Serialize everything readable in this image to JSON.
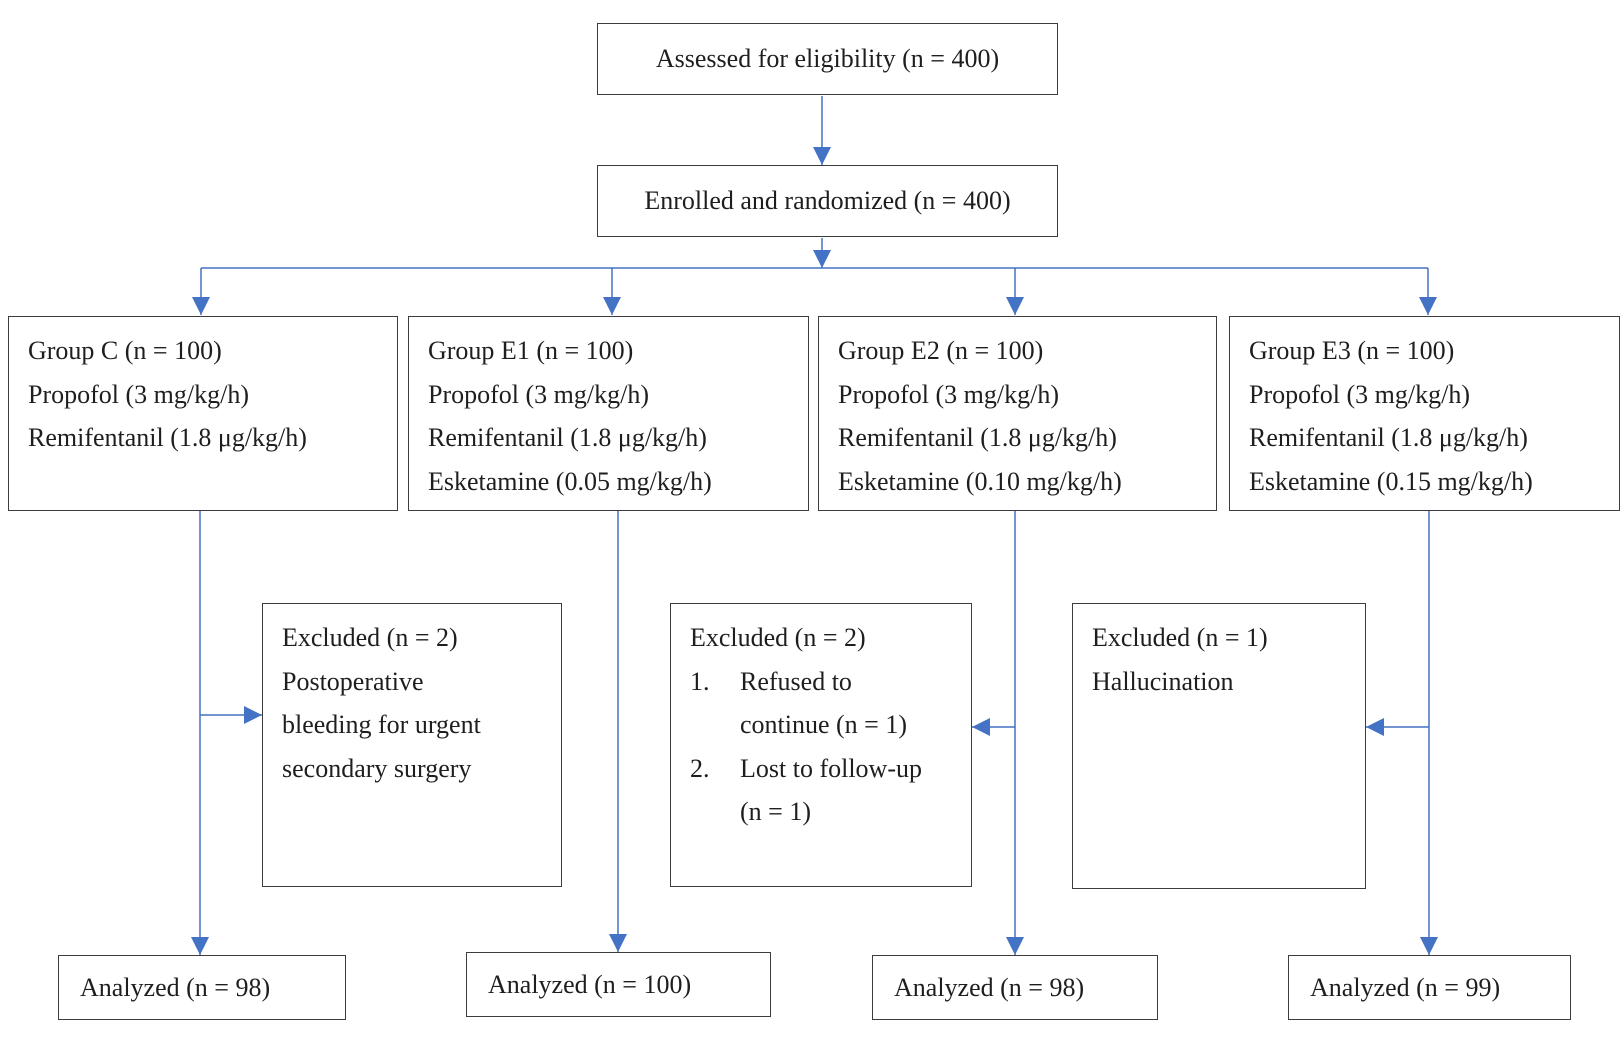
{
  "assessed": "Assessed for eligibility (n = 400)",
  "enrolled": "Enrolled and randomized (n = 400)",
  "groups": [
    {
      "lines": [
        "Group C (n = 100)",
        "Propofol (3 mg/kg/h)",
        "Remifentanil (1.8 μg/kg/h)"
      ]
    },
    {
      "lines": [
        "Group E1 (n = 100)",
        "Propofol (3 mg/kg/h)",
        "Remifentanil (1.8 μg/kg/h)",
        "Esketamine (0.05 mg/kg/h)"
      ]
    },
    {
      "lines": [
        "Group E2 (n = 100)",
        "Propofol (3 mg/kg/h)",
        "Remifentanil (1.8 μg/kg/h)",
        "Esketamine (0.10 mg/kg/h)"
      ]
    },
    {
      "lines": [
        "Group E3 (n = 100)",
        "Propofol (3 mg/kg/h)",
        "Remifentanil (1.8 μg/kg/h)",
        "Esketamine (0.15 mg/kg/h)"
      ]
    }
  ],
  "exclusions": [
    {
      "title": "Excluded (n = 2)",
      "lines": [
        "Postoperative",
        "bleeding for urgent",
        "secondary surgery"
      ]
    },
    {
      "title": "Excluded (n = 2)",
      "items": [
        {
          "num": "1.",
          "text": "Refused to",
          "cont": "continue (n = 1)"
        },
        {
          "num": "2.",
          "text": "Lost to follow-up",
          "cont": "(n = 1)"
        }
      ]
    },
    {
      "title": "Excluded (n = 1)",
      "lines": [
        "Hallucination"
      ]
    }
  ],
  "analyzed": [
    "Analyzed (n = 98)",
    "Analyzed (n = 100)",
    "Analyzed (n = 98)",
    "Analyzed (n = 99)"
  ],
  "colors": {
    "connector": "#4472c4",
    "border": "#3c3c3c",
    "text": "#1e1e1e"
  }
}
